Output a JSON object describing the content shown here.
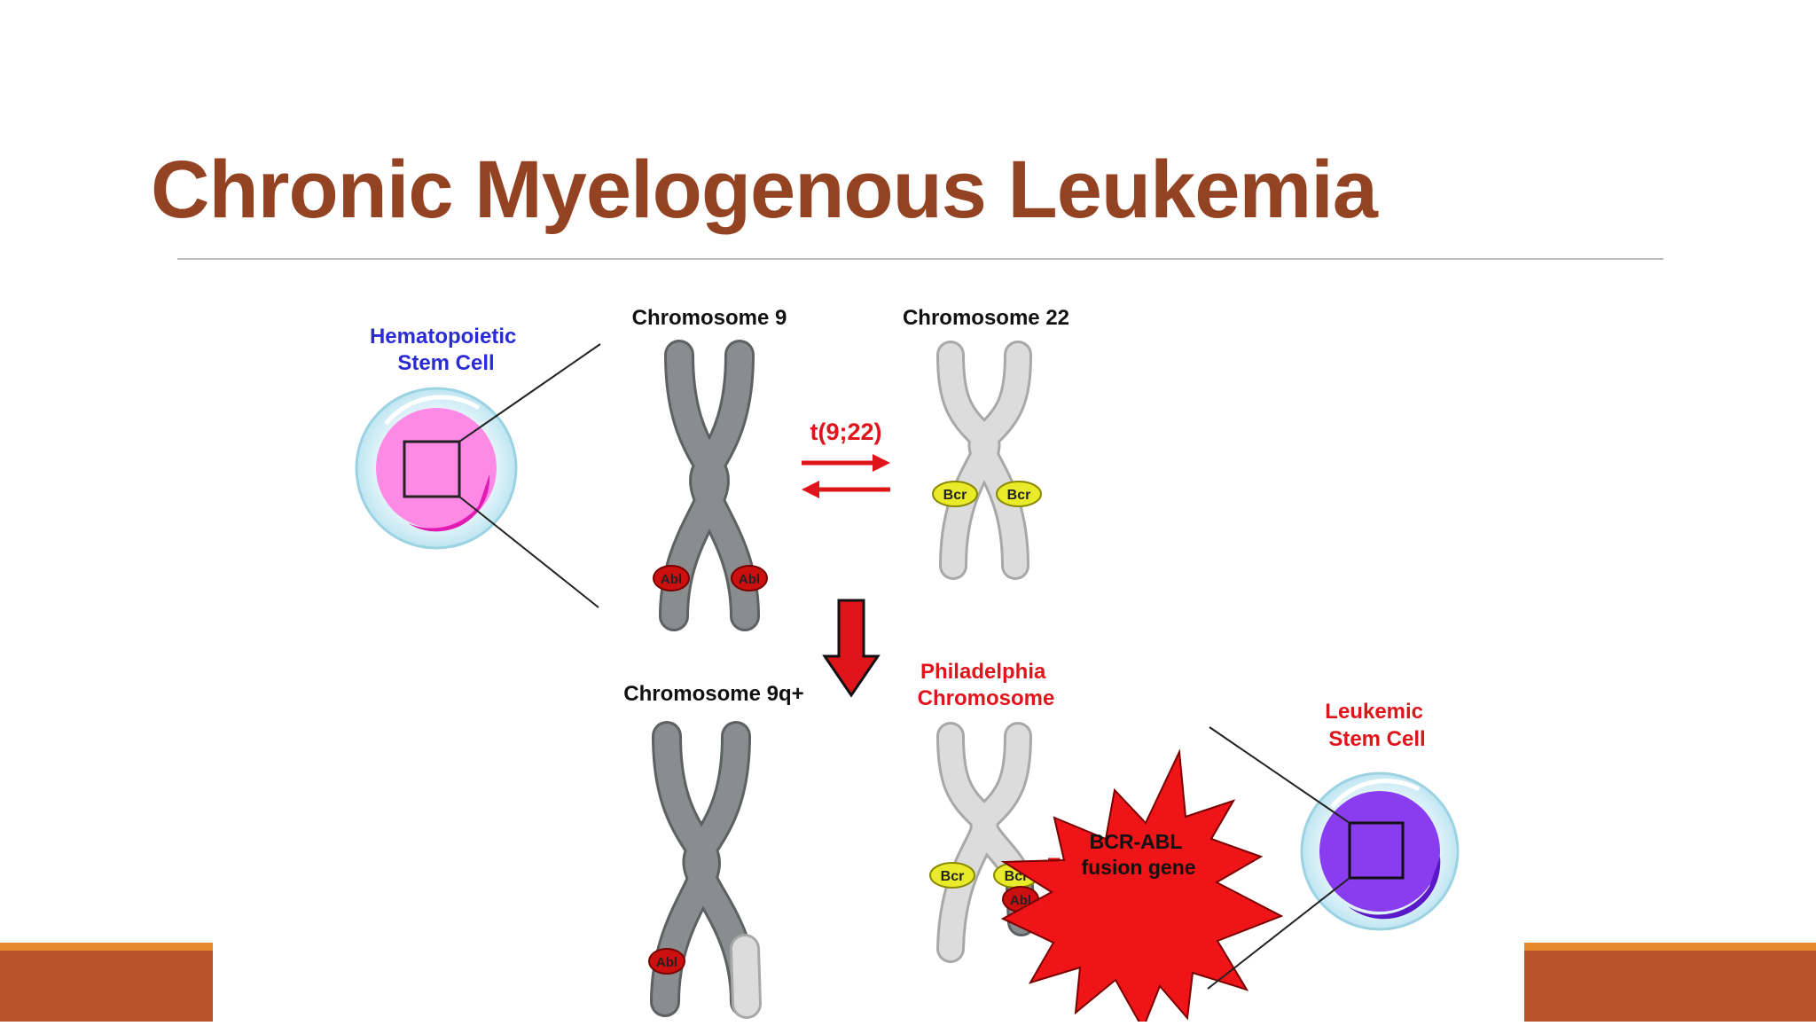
{
  "slide": {
    "title": "Chronic Myelogenous Leukemia",
    "colors": {
      "title": "#944322",
      "rule": "#bdbdbd",
      "footer_bar": "#b9532a",
      "footer_accent": "#e58a2c"
    }
  },
  "diagram": {
    "stem_cell_label_line1": "Hematopoietic",
    "stem_cell_label_line2": "Stem Cell",
    "chromosome_9_label": "Chromosome 9",
    "chromosome_22_label": "Chromosome 22",
    "translocation_label": "t(9;22)",
    "chromosome_9q_label": "Chromosome 9q+",
    "philadelphia_label_line1": "Philadelphia",
    "philadelphia_label_line2": "Chromosome",
    "leukemic_label_line1": "Leukemic",
    "leukemic_label_line2": "Stem Cell",
    "fusion_line1": "BCR-ABL",
    "fusion_line2": "fusion gene",
    "abl": "Abl",
    "bcr": "Bcr",
    "colors": {
      "blue_label": "#2b2bd6",
      "red_label": "#e0141b",
      "chromosome_dark": "#8a8d8d",
      "chromosome_light": "#dcdcdc",
      "abl_gene": "#cc1010",
      "bcr_gene": "#e8ea2a",
      "normal_nucleus": "#ff7ee0",
      "leukemic_nucleus": "#8a3cf0"
    }
  }
}
